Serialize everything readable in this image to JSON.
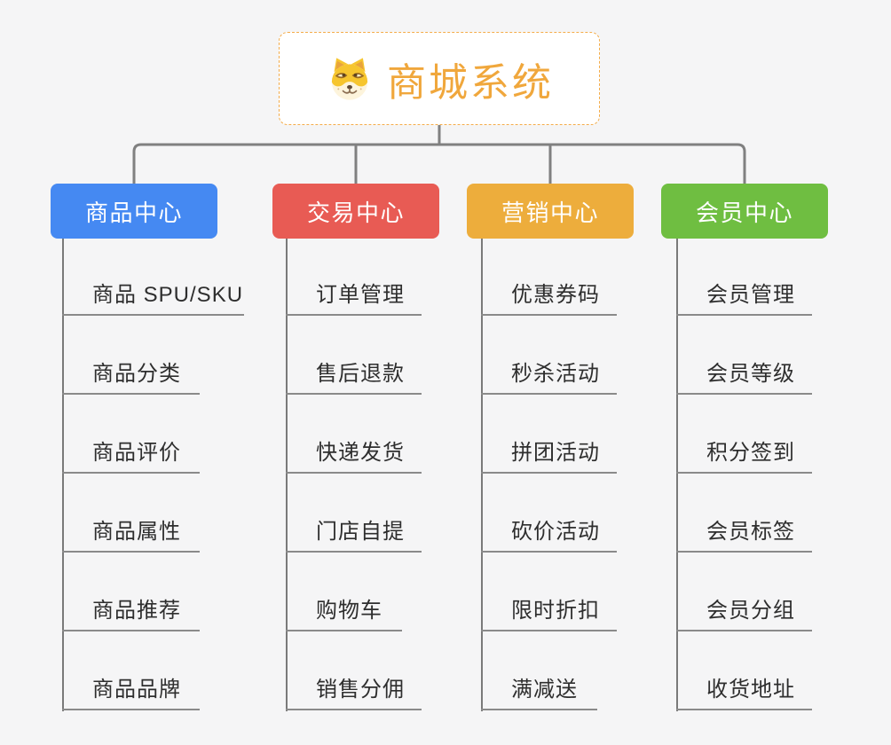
{
  "root": {
    "title": "商城系统",
    "icon": "shiba-dog-icon"
  },
  "branches": [
    {
      "label": "商品中心",
      "color": "#4589F2",
      "children": [
        "商品 SPU/SKU",
        "商品分类",
        "商品评价",
        "商品属性",
        "商品推荐",
        "商品品牌"
      ]
    },
    {
      "label": "交易中心",
      "color": "#E85B54",
      "children": [
        "订单管理",
        "售后退款",
        "快递发货",
        "门店自提",
        "购物车",
        "销售分佣"
      ]
    },
    {
      "label": "营销中心",
      "color": "#EDAD3C",
      "children": [
        "优惠券码",
        "秒杀活动",
        "拼团活动",
        "砍价活动",
        "限时折扣",
        "满减送"
      ]
    },
    {
      "label": "会员中心",
      "color": "#6FBE41",
      "children": [
        "会员管理",
        "会员等级",
        "积分签到",
        "会员标签",
        "会员分组",
        "收货地址"
      ]
    }
  ],
  "colors": {
    "canvas_bg": "#F5F5F6",
    "root_border": "#F4AC49",
    "root_text": "#F0A73C",
    "connector_line": "#808080",
    "leaf_line": "#8A8A8A",
    "leaf_text": "#2E2E2E"
  }
}
